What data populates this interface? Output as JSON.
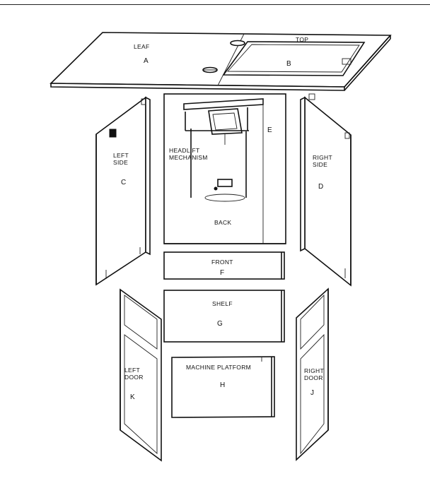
{
  "labels": {
    "leaf": "LEAF",
    "leaf_letter": "A",
    "top": "TOP",
    "top_letter": "B",
    "left_side_1": "LEFT",
    "left_side_2": "SIDE",
    "left_side_letter": "C",
    "headlift_1": "HEADLIFT",
    "headlift_2": "MECHANISM",
    "back_letter": "E",
    "back": "BACK",
    "right_side_1": "RIGHT",
    "right_side_2": "SIDE",
    "right_side_letter": "D",
    "front": "FRONT",
    "front_letter": "F",
    "shelf": "SHELF",
    "shelf_letter": "G",
    "left_door_1": "LEFT",
    "left_door_2": "DOOR",
    "left_door_letter": "K",
    "machine_platform": "MACHINE PLATFORM",
    "machine_platform_letter": "H",
    "right_door_1": "RIGHT",
    "right_door_2": "DOOR",
    "right_door_letter": "J"
  }
}
